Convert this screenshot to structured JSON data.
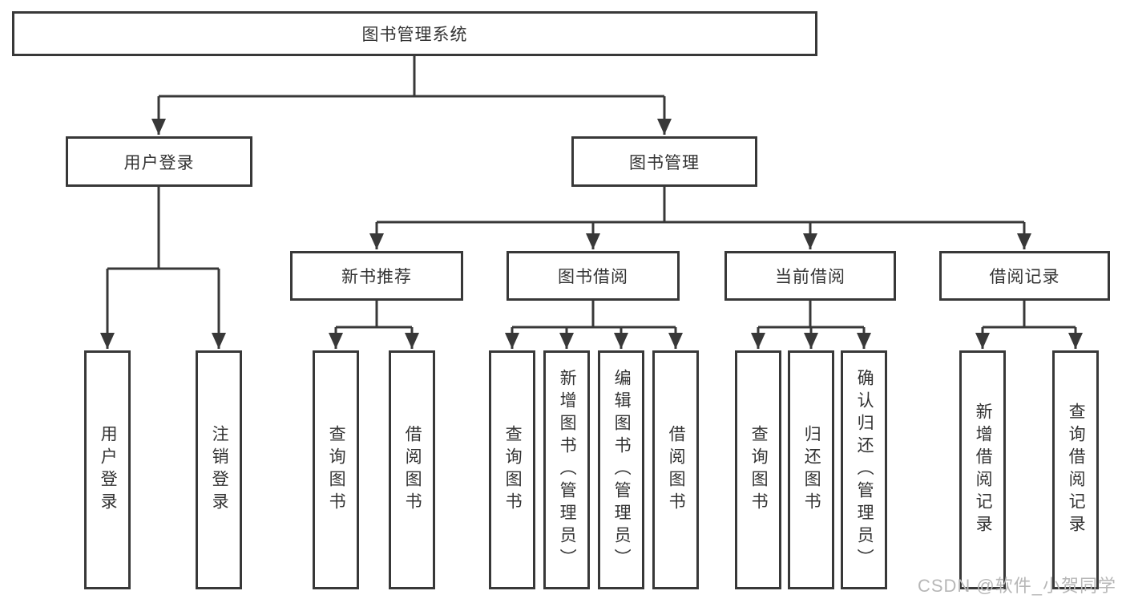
{
  "diagram_type": "hierarchy-tree",
  "colors": {
    "line": "#383838",
    "box_border": "#383838",
    "box_background": "#ffffff",
    "text": "#333333",
    "watermark": "#b7b7b7"
  },
  "tree": {
    "label": "图书管理系统",
    "children": [
      {
        "label": "用户登录",
        "children": [
          {
            "label": "用户登录"
          },
          {
            "label": "注销登录"
          }
        ]
      },
      {
        "label": "图书管理",
        "children": [
          {
            "label": "新书推荐",
            "children": [
              {
                "label": "查询图书"
              },
              {
                "label": "借阅图书"
              }
            ]
          },
          {
            "label": "图书借阅",
            "children": [
              {
                "label": "查询图书"
              },
              {
                "label": "新增图书（管理员）"
              },
              {
                "label": "编辑图书（管理员）"
              },
              {
                "label": "借阅图书"
              }
            ]
          },
          {
            "label": "当前借阅",
            "children": [
              {
                "label": "查询图书"
              },
              {
                "label": "归还图书"
              },
              {
                "label": "确认归还（管理员）"
              }
            ]
          },
          {
            "label": "借阅记录",
            "children": [
              {
                "label": "新增借阅记录"
              },
              {
                "label": "查询借阅记录"
              }
            ]
          }
        ]
      }
    ]
  },
  "watermark": {
    "text": "CSDN @软件_小贺同学"
  }
}
